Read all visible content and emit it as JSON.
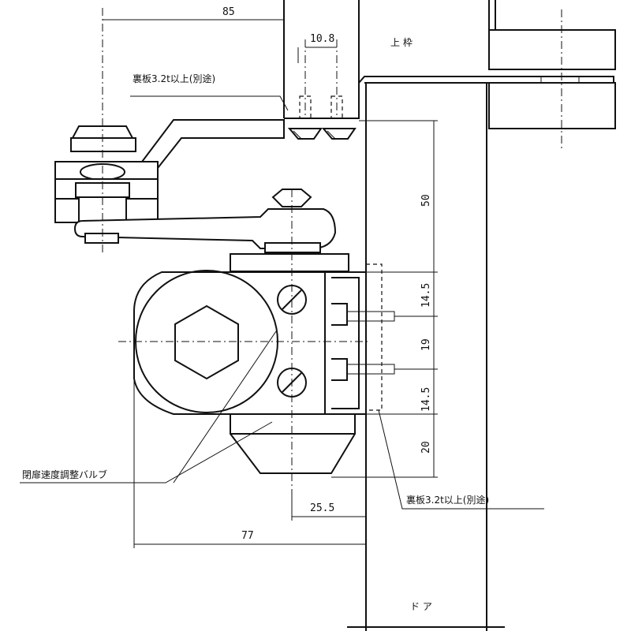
{
  "dimensions": {
    "width_top": "85",
    "bolt_pitch": "10.8",
    "offset_50": "50",
    "offset_14_5_top": "14.5",
    "offset_19": "19",
    "offset_14_5_bottom": "14.5",
    "offset_20": "20",
    "depth_25_5": "25.5",
    "width_77": "77"
  },
  "labels": {
    "frame_top": "上 枠",
    "door": "ド ア",
    "backing_plate_top": "裏板3.2t以上(別途)",
    "backing_plate_bottom": "裏板3.2t以上(別途)",
    "valve": "閉扉速度調整バルブ"
  }
}
